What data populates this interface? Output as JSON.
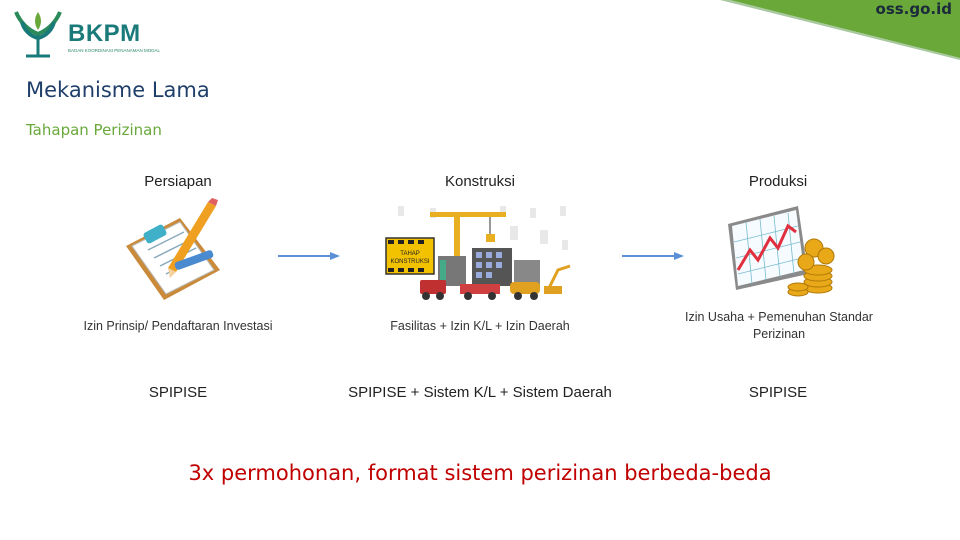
{
  "header": {
    "brand": "BKPM",
    "brand_subtitle": "BADAN KOORDINASI PENANAMAN MODAL",
    "domain": "oss.go.id"
  },
  "title": "Mekanisme Lama",
  "subtitle": "Tahapan Perizinan",
  "stages": [
    {
      "label": "Persiapan",
      "desc": "Izin Prinsip/ Pendaftaran Investasi",
      "system": "SPIPISE"
    },
    {
      "label": "Konstruksi",
      "desc": "Fasilitas + Izin K/L + Izin Daerah",
      "system": "SPIPISE + Sistem K/L + Sistem Daerah"
    },
    {
      "label": "Produksi",
      "desc": "Izin Usaha + Pemenuhan Standar Perizinan",
      "system": "SPIPISE"
    }
  ],
  "construction_sign": "TAHAP KONSTRUKSI",
  "footer_note": "3x permohonan, format sistem perizinan berbeda-beda",
  "colors": {
    "title": "#1f3f6a",
    "subtitle": "#6aa83a",
    "note": "#c00000",
    "arrow": "#5b8fd6",
    "brand": "#1a7a7a"
  }
}
